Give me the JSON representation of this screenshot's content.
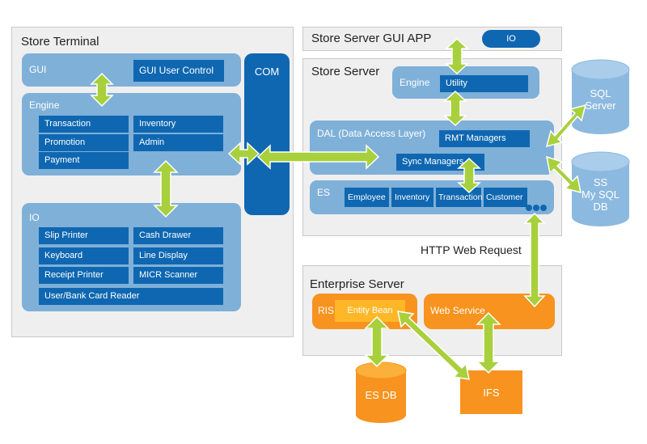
{
  "store_terminal": {
    "title": "Store Terminal",
    "gui": {
      "label": "GUI",
      "control": "GUI User Control"
    },
    "engine": {
      "label": "Engine",
      "items": [
        "Transaction",
        "Inventory",
        "Promotion",
        "Admin",
        "Payment"
      ]
    },
    "io": {
      "label": "IO",
      "items": [
        "Slip Printer",
        "Cash Drawer",
        "Keyboard",
        "Line Display",
        "Receipt Printer",
        "MICR Scanner",
        "User/Bank Card Reader"
      ]
    },
    "com": "COM"
  },
  "store_server_gui": {
    "title": "Store Server GUI APP",
    "io_button": "IO"
  },
  "store_server": {
    "title": "Store Server",
    "engine": {
      "label": "Engine",
      "utility": "Utility"
    },
    "dal": {
      "label": "DAL (Data Access Layer)",
      "rmt": "RMT Managers",
      "sync": "Sync Managers"
    },
    "es": {
      "label": "ES",
      "items": [
        "Employee",
        "Inventory",
        "Transaction",
        "Customer"
      ]
    }
  },
  "databases": {
    "sql_server": [
      "SQL",
      "Server"
    ],
    "ss_mysql": [
      "SS",
      "My SQL",
      "DB"
    ]
  },
  "http_label": "HTTP Web Request",
  "enterprise_server": {
    "title": "Enterprise Server",
    "ris": {
      "label": "RIS",
      "entity_bean": "Entity Bean"
    },
    "web_service": "Web Service"
  },
  "es_db": "ES DB",
  "ifs": "IFS",
  "colors": {
    "arrow": "#a8d03c",
    "dark_blue": "#0f67b1",
    "light_blue": "#7fb0d8",
    "orange": "#f7931e",
    "cylinder": "#8cb9df"
  }
}
